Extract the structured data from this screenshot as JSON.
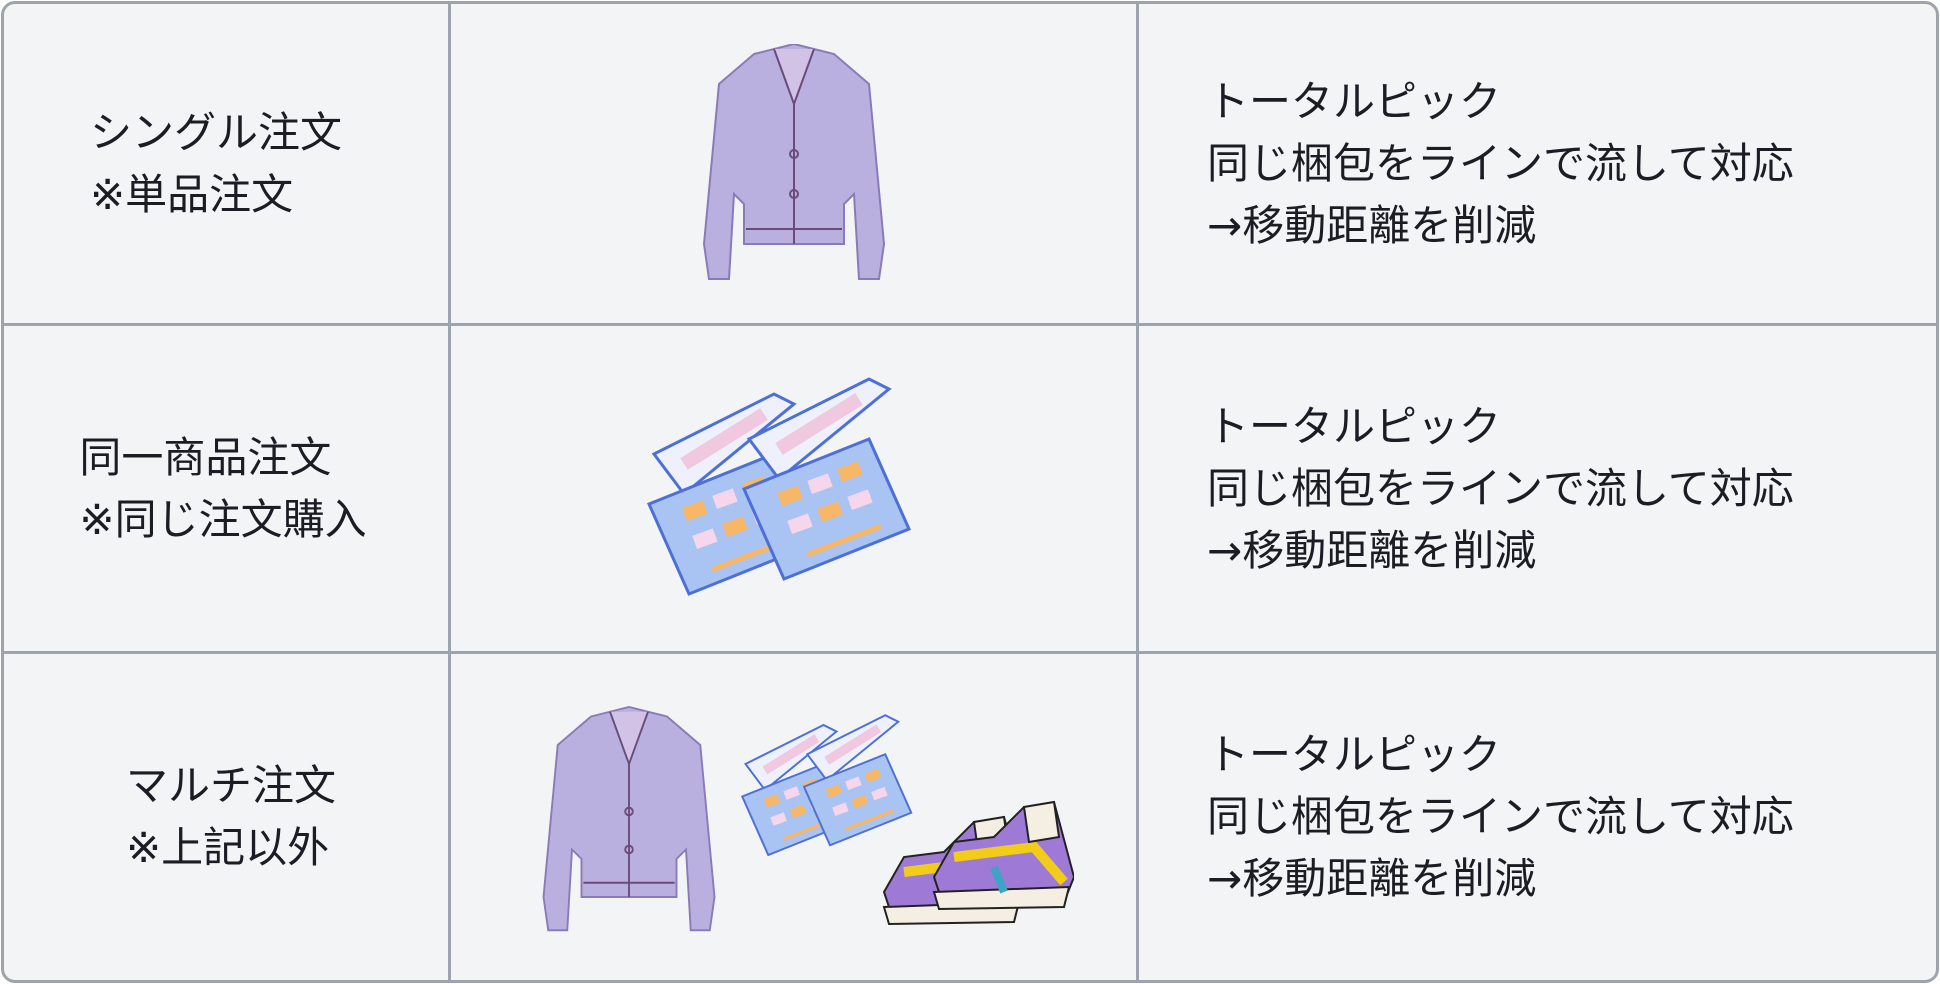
{
  "rows": [
    {
      "type_line1": "シングル注文",
      "type_line2": "※単品注文",
      "desc_line1": "トータルピック",
      "desc_line2": "同じ梱包をラインで流して対応",
      "desc_line3": "→移動距離を削減",
      "illustration": "cardigan"
    },
    {
      "type_line1": "同一商品注文",
      "type_line2": "※同じ注文購入",
      "desc_line1": "トータルピック",
      "desc_line2": "同じ梱包をラインで流して対応",
      "desc_line3": "→移動距離を削減",
      "illustration": "two-eyeshadow-palettes"
    },
    {
      "type_line1": "マルチ注文",
      "type_line2": "※上記以外",
      "desc_line1": "トータルピック",
      "desc_line2": "同じ梱包をラインで流して対応",
      "desc_line3": "→移動距離を削減",
      "illustration": "cardigan-palettes-sneakers"
    }
  ],
  "colors": {
    "border": "#9ea4ae",
    "cell_bg": "#f2f4f6",
    "cardigan": "#b9b0e0",
    "palette": "#a9c3f2"
  }
}
